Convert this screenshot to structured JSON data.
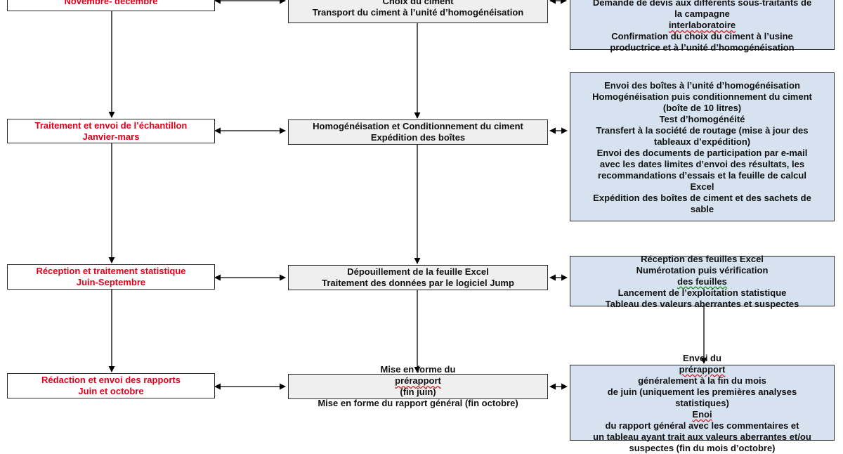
{
  "colors": {
    "left_text": "#e3001b",
    "middle_fill": "#efefef",
    "right_fill": "#d6e2ef",
    "line": "#000000"
  },
  "rows": [
    {
      "left": [
        "Novembre- décembre"
      ],
      "middle": [
        "Choix du ciment",
        "Transport du ciment à l’unité d’homogénéisation"
      ],
      "right": [
        "Demande de devis aux différents sous-traitants de",
        "la campagne interlaboratoire",
        "Confirmation du choix du ciment à l’usine",
        "productrice et à l’unité d’homogénéisation"
      ]
    },
    {
      "left": [
        "Traitement et envoi de l’échantillon",
        "Janvier-mars"
      ],
      "middle": [
        "Homogénéisation et Conditionnement du ciment",
        "Expédition des boîtes"
      ],
      "right": [
        "Envoi des boîtes à l’unité d’homogénéisation",
        "Homogénéisation puis conditionnement du ciment",
        "(boîte de 10 litres)",
        "Test d’homogénéité",
        "Transfert à la société de routage (mise à jour des",
        "tableaux d’expédition)",
        "Envoi des documents de participation par e-mail",
        "avec les dates limites d’envoi des résultats, les",
        "recommandations d’essais et la feuille de calcul",
        "Excel",
        "Expédition des boîtes de ciment et des sachets de",
        "sable"
      ]
    },
    {
      "left": [
        "Réception et traitement statistique",
        "Juin-Septembre"
      ],
      "middle": [
        "Dépouillement de la feuille Excel",
        "Traitement des données par le logiciel Jump"
      ],
      "right": [
        "Réception des feuilles Excel",
        "Numérotation puis vérification des  feuilles",
        "Lancement de l’exploitation statistique",
        "Tableau des valeurs aberrantes et suspectes"
      ]
    },
    {
      "left": [
        "Rédaction et envoi des rapports",
        "Juin et octobre"
      ],
      "middle": [
        "Mise en forme du prérapport (fin juin)",
        "Mise en forme du rapport général (fin octobre)"
      ],
      "right": [
        "Envoi du prérapport généralement à la fin du mois",
        "de juin (uniquement les premières analyses",
        "statistiques)",
        "Enoi du rapport général avec les commentaires et",
        "un tableau ayant trait aux valeurs aberrantes et/ou",
        "suspectes (fin du mois d’octobre)"
      ]
    }
  ]
}
